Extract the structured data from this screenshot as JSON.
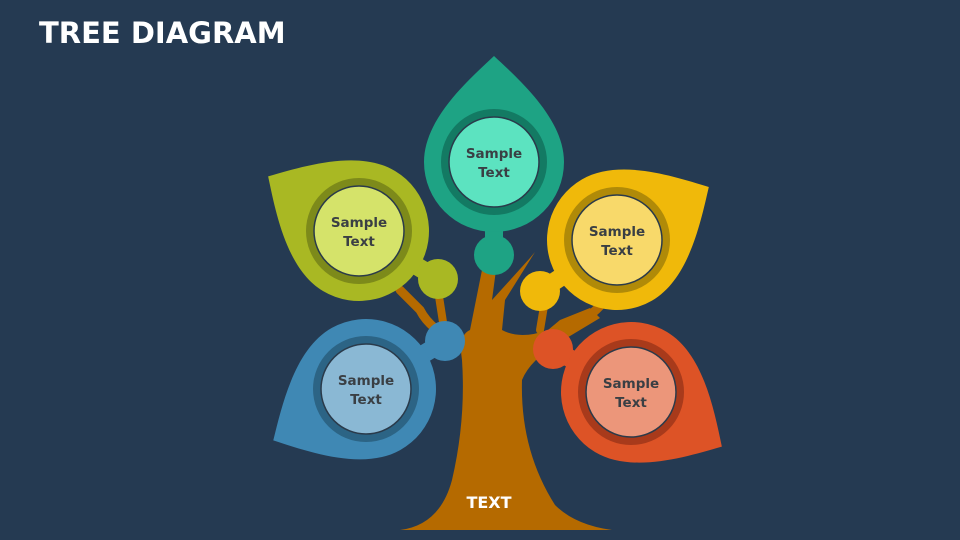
{
  "title": "TREE DIAGRAM",
  "trunk_label": "TEXT",
  "colors": {
    "background": "#253a52",
    "trunk": "#b56a00"
  },
  "leaves": [
    {
      "id": "green",
      "line1": "Sample",
      "line2": "Text",
      "leaf": "#a9b823",
      "ring": "#7d8a1a",
      "inner": "#d5e36a"
    },
    {
      "id": "teal",
      "line1": "Sample",
      "line2": "Text",
      "leaf": "#1ea384",
      "ring": "#137a63",
      "inner": "#5ce3c0"
    },
    {
      "id": "yellow",
      "line1": "Sample",
      "line2": "Text",
      "leaf": "#f0b90a",
      "ring": "#b08a08",
      "inner": "#f8d96a"
    },
    {
      "id": "blue",
      "line1": "Sample",
      "line2": "Text",
      "leaf": "#3f88b4",
      "ring": "#2c6485",
      "inner": "#8ab8d4"
    },
    {
      "id": "orange",
      "line1": "Sample",
      "line2": "Text",
      "leaf": "#dd5326",
      "ring": "#a83a1b",
      "inner": "#ec967a"
    }
  ]
}
